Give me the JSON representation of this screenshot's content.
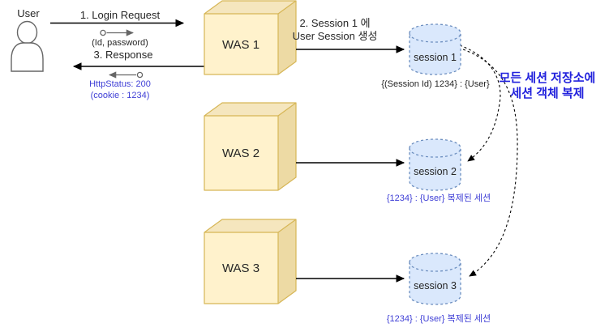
{
  "diagram_title": "WAS session replication diagram",
  "colors": {
    "cube_front": "#FFF2CC",
    "cube_top": "#F5E6BE",
    "cube_side": "#EDDAA4",
    "cube_stroke": "#D6B656",
    "cyl_fill": "#DAE8FC",
    "cyl_stroke": "#6C8EBF",
    "text_dark": "#262626",
    "text_blue_bold": "#2222DD",
    "text_blue": "#4040D6",
    "arrow_black": "#000000",
    "arrow_gray": "#666666",
    "actor_stroke": "#666666"
  },
  "actor": {
    "label": "User"
  },
  "flows": {
    "login_request": {
      "label": "1. Login Request",
      "sub": "(Id, password)"
    },
    "response": {
      "label": "3. Response",
      "sub1": "HttpStatus: 200",
      "sub2": "(cookie : 1234)"
    },
    "create_session": {
      "line1": "2.  Session 1 에",
      "line2": "User Session 생성"
    }
  },
  "servers": [
    {
      "label": "WAS 1"
    },
    {
      "label": "WAS 2"
    },
    {
      "label": "WAS 3"
    }
  ],
  "sessions": [
    {
      "label": "session 1",
      "caption": "{(Session Id) 1234} : {User}"
    },
    {
      "label": "session 2",
      "caption": "{1234} : {User}  복제된 세션"
    },
    {
      "label": "session 3",
      "caption": "{1234} : {User}  복제된 세션"
    }
  ],
  "replication_note": {
    "line1": "모든 세션 저장소에",
    "line2": "세션 객체 복제"
  }
}
